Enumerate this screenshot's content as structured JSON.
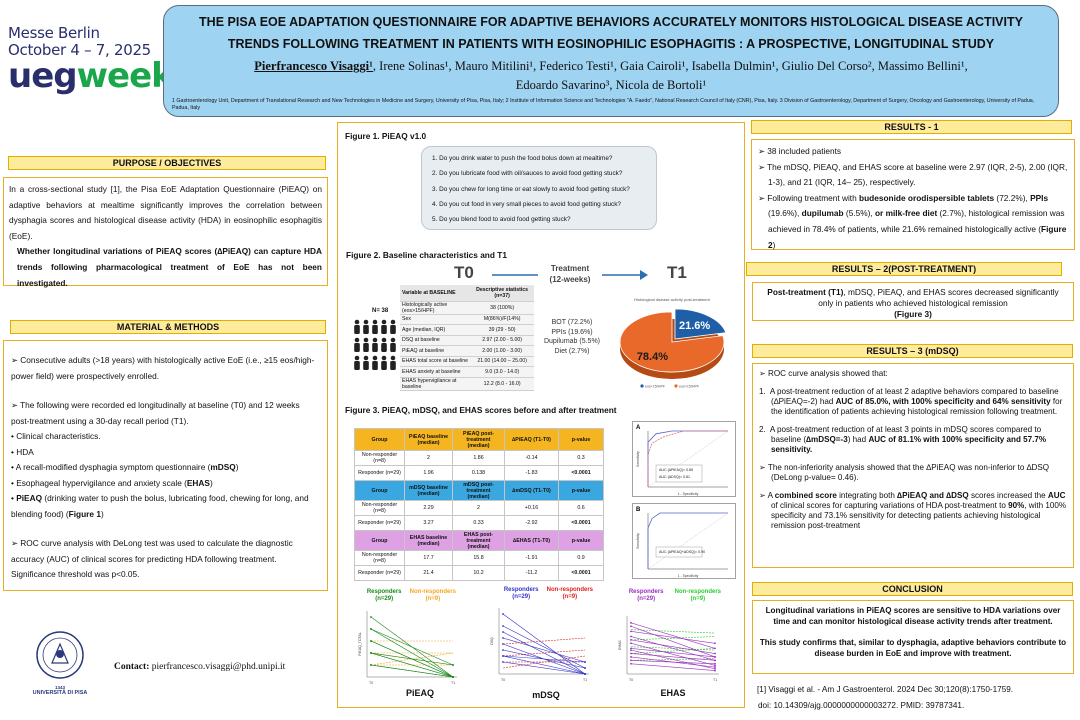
{
  "logo": {
    "line1": "Messe Berlin",
    "line2": "October 4 – 7, 2025",
    "ueg": "ueg",
    "week": "week"
  },
  "header": {
    "title1": "THE PISA EOE ADAPTATION QUESTIONNAIRE FOR ADAPTIVE BEHAVIORS ACCURATELY MONITORS HISTOLOGICAL DISEASE ACTIVITY",
    "title2": "TRENDS FOLLOWING TREATMENT IN PATIENTS WITH EOSINOPHILIC ESOPHAGITIS : A PROSPECTIVE, LONGITUDINAL STUDY",
    "author_lead": "Pierfrancesco Visaggi¹",
    "authors_rest1": ", Irene Solinas¹, Mauro Mitilini¹, Federico Testi¹, Gaia Cairoli¹, Isabella Dulmin¹, Giulio Del Corso², Massimo Bellini¹,",
    "authors_rest2": "Edoardo Savarino³, Nicola de Bortoli¹",
    "affiliations": "1 Gastroenterology Unit, Department of Translational Research and New Technologies in Medicine and Surgery, University of Pisa, Pisa, Italy; 2 Institute of Information Science and Technologies \"A. Faedo\", National Research Council of Italy (CNR), Pisa, Italy. 3 Division of Gastroenterology, Department of Surgery, Oncology and Gastroenterology, University of Padua, Padua, Italy"
  },
  "purpose": {
    "heading": "PURPOSE / OBJECTIVES",
    "body": "In a cross-sectional study [1], the Pisa EoE Adaptation Questionnaire (PiEAQ) on adaptive behaviors at mealtime significantly improves the correlation between dysphagia scores and histological disease activity (HDA) in eosinophilic esophagitis (EoE).",
    "question": "Whether longitudinal variations of PiEAQ scores (∆PiEAQ) can capture HDA trends following pharmacological treatment of EoE has not been investigated."
  },
  "methods": {
    "heading": "MATERIAL & METHODS",
    "b1": "Consecutive adults (>18 years) with histologically active EoE (i.e., ≥15 eos/high-power field) were prospectively enrolled.",
    "b2": "The following were recorded ed longitudinally at baseline (T0) and 12 weeks post-treatment using a 30-day recall period (T1).",
    "b3": "Clinical characteristics.",
    "b4": "HDA",
    "b5a": "A recall-modified dysphagia symptom questionnaire (",
    "b5b": "mDSQ",
    "b5c": ")",
    "b6a": "Esophageal hypervigilance and anxiety scale (",
    "b6b": "EHAS",
    "b6c": ")",
    "b7a": "PiEAQ",
    "b7b": " (drinking water to push the bolus, lubricating food, chewing for long, and blending food) (",
    "b7c": "Figure 1",
    "b7d": ")",
    "b8": "ROC curve analysis with DeLong test was used to calculate the diagnostic accuracy (AUC) of clinical scores for predicting HDA following treatment. Significance threshold was p<0.05."
  },
  "contact": {
    "label": "Contact:",
    "email": "pierfrancesco.visaggi@phd.unipi.it"
  },
  "uni": {
    "name": "UNIVERSITÀ DI PISA",
    "year": "1343"
  },
  "fig1": {
    "title": "Figure 1. PiEAQ v1.0",
    "questions": [
      "1.  Do you drink water to push the food bolus down at mealtime?",
      "2.  Do you lubricate food with oil/sauces to avoid food getting stuck?",
      "3.  Do you chew for long time or eat slowly to avoid food getting stuck?",
      "4.  Do you cut food in very small pieces to avoid food getting stuck?",
      "5.  Do you blend food to avoid food getting stuck?"
    ]
  },
  "fig2": {
    "title": "Figure 2. Baseline characteristics and T1",
    "t0": "T0",
    "t1": "T1",
    "treatment": "Treatment",
    "weeks": "(12-weeks)",
    "n": "N= 38",
    "table_head": [
      "Variable at BASELINE",
      "Descriptive statistics (n=37)"
    ],
    "table_rows": [
      [
        "Histologically active (eos>15/HPF)",
        "38 (100%)"
      ],
      [
        "Sex",
        "M(86%)/F(14%)"
      ],
      [
        "Age (median, IQR)",
        "39 (29 - 50)"
      ],
      [
        "DSQ at baseline",
        "2.97 (2.00 - 5.00)"
      ],
      [
        "PiEAQ at baseline",
        "2.00 (1.00 - 3.00)"
      ],
      [
        "EHAS total score at baseline",
        "21.00 (14.00 – 25.00)"
      ],
      [
        "EHAS anxiety at baseline",
        "9.0 (3.0 - 14.0)"
      ],
      [
        "EHAS hypervigilance at baseline",
        "12.2 (8.0 - 16.0)"
      ]
    ],
    "treatments": [
      "BOT (72.2%)",
      "PPIs (19.6%)",
      "Dupilumab (5.5%)",
      "Diet (2.7%)"
    ],
    "pie_title": "Histological disease activity post-treatment",
    "pie_legend": [
      "eos<15/HPF",
      "eos>15/HPF"
    ]
  },
  "fig3": {
    "title": "Figure 3. PiEAQ, mDSQ, and EHAS scores before and after treatment",
    "pieaq_head": [
      "Group",
      "PiEAQ baseline (median)",
      "PiEAQ post-treatment (median)",
      "∆PiEAQ (T1-T0)",
      "p-value"
    ],
    "pieaq_rows": [
      [
        "Non-responder (n=8)",
        "2",
        "1.86",
        "-0.14",
        "0.3"
      ],
      [
        "Responder (n=29)",
        "1.96",
        "0.138",
        "-1.83",
        "<0.0001"
      ]
    ],
    "mdsq_head": [
      "Group",
      "mDSQ baseline (median)",
      "mDSQ post-treatment (median)",
      "∆mDSQ (T1-T0)",
      "p-value"
    ],
    "mdsq_rows": [
      [
        "Non-responder (n=8)",
        "2.29",
        "2",
        "+0.16",
        "0.6"
      ],
      [
        "Responder (n=29)",
        "3.27",
        "0.33",
        "-2.92",
        "<0.0001"
      ]
    ],
    "ehas_head": [
      "Group",
      "EHAS baseline (median)",
      "EHAS post-treatment (median)",
      "∆EHAS (T1-T0)",
      "p-value"
    ],
    "ehas_rows": [
      [
        "Non-responder (n=8)",
        "17.7",
        "15.8",
        "-1.91",
        "0.9"
      ],
      [
        "Responder (n=29)",
        "21.4",
        "10.2",
        "-11.2",
        "<0.0001"
      ]
    ],
    "roc_a_label": "A",
    "roc_b_label": "B",
    "roc_a_legend": [
      "AUC (∆PiEAQ)= 0.85",
      "AUC (∆DSQ)= 0.81"
    ],
    "roc_b_legend": "AUC (∆PiEAQ+∆DSQ)= 0.90",
    "roc_xlabel": "1 - Specificity",
    "roc_ylabel": "Sensitivity",
    "legend_responders": "Responders",
    "legend_nonresponders": "Non-responders",
    "n29": "(n=29)",
    "n9": "(n=9)",
    "plot_labels": [
      "PiEAQ",
      "mDSQ",
      "EHAS"
    ],
    "pieaq_ylabel": "PiEAQ_TOTAL",
    "mdsq_ylabel": "DSQ",
    "ehas_ylabel": "EHAS",
    "t0": "T0",
    "t1": "T1"
  },
  "colors": {
    "responders_green": "#1a8a1a",
    "nonresponders_orange": "#f5a623",
    "responders_blue": "#3333cc",
    "nonresponders_red": "#e02020",
    "responders_purple": "#9a2fc0",
    "nonresponders_green": "#2ecc2e",
    "pie_blue": "#1f5fa8",
    "pie_orange": "#e8692a"
  },
  "results1": {
    "heading": "RESULTS - 1",
    "b1": "38 included patients",
    "b2": "The mDSQ, PiEAQ, and EHAS score at baseline were 2.97 (IQR, 2-5), 2.00 (IQR, 1-3), and 21 (IQR, 14– 25), respectively.",
    "b3a": "Following treatment with ",
    "b3b": "budesonide orodispersible tablets",
    "b3c": " (72.2%), ",
    "b3d": "PPIs",
    "b3e": " (19.6%), ",
    "b3f": "dupilumab",
    "b3g": " (5.5%), ",
    "b3h": "or milk-free diet",
    "b3i": " (2.7%), histological remission was achieved in 78.4% of patients, while 21.6% remained histologically active (",
    "b3j": "Figure 2",
    "b3k": ")"
  },
  "results2": {
    "heading": "RESULTS – 2(POST-TREATMENT)",
    "a": "Post-treatment (T1)",
    "b": ", mDSQ, PiEAQ, and EHAS scores decreased significantly only in patients who achieved histological remission",
    "c": "(Figure 3)"
  },
  "results3": {
    "heading": "RESULTS – 3 (mDSQ)",
    "intro": "ROC curve analysis showed that:",
    "p1a": "A post-treatment reduction of at least 2 adaptive behaviors compared to baseline (",
    "p1b": "∆PiEAQ=-2",
    "p1c": ") had ",
    "p1d": "AUC of 85.0%, with 100% specificity and 64% sensitivity",
    "p1e": " for the identification of patients achieving histological remission following treatment.",
    "p2a": "A post-treatment reduction of at least 3 points in mDSQ scores compared to baseline (",
    "p2b": "∆mDSQ=-3",
    "p2c": ") had ",
    "p2d": "AUC of 81.1% with 100% specificity and 57.7% sensitivity.",
    "p3": "The non-inferiority analysis showed that the ∆PiEAQ was non-inferior to ∆DSQ (DeLong p-value= 0.46).",
    "p4a": "A ",
    "p4b": "combined score",
    "p4c": " integrating both ",
    "p4d": "∆PiEAQ and ∆DSQ",
    "p4e": " scores increased the ",
    "p4f": "AUC",
    "p4g": " of clinical scores for capturing variations of HDA post-treatment to ",
    "p4h": "90%",
    "p4i": ", with 100% specificity and 73.1% sensitivity for detecting patients achieving histological remission post-treatment"
  },
  "conclusion": {
    "heading": "CONCLUSION",
    "p1": "Longitudinal variations in PiEAQ scores are sensitive to HDA variations over time and can monitor histological disease activity trends after treatment.",
    "p2": "This study confirms that, similar to dysphagia, adaptive behaviors contribute to disease burden in EoE and improve with treatment."
  },
  "refs": {
    "r1": "[1] Visaggi et al. - Am J Gastroenterol. 2024 Dec 30;120(8):1750-1759.",
    "r2": "doi: 10.14309/ajg.0000000000003272. PMID: 39787341."
  },
  "chart_data": [
    {
      "type": "pie",
      "title": "Histological disease activity post-treatment",
      "categories": [
        "eos<15/HPF",
        "eos>15/HPF"
      ],
      "values": [
        78.4,
        21.6
      ]
    }
  ]
}
